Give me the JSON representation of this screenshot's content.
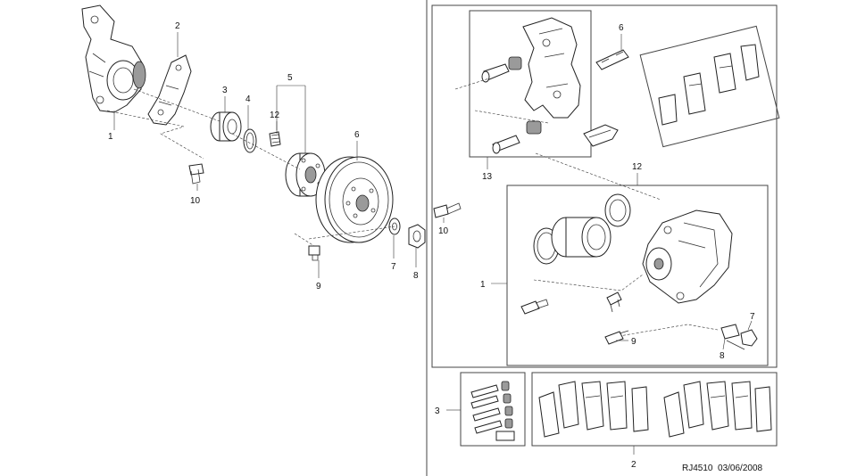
{
  "left_callouts": [
    "1",
    "2",
    "3",
    "4",
    "5",
    "12",
    "6",
    "10",
    "9",
    "7",
    "8"
  ],
  "right_callouts": [
    "6",
    "13",
    "10",
    "12",
    "1",
    "9",
    "7",
    "8",
    "3",
    "2"
  ],
  "reference": "RJ4510  03/06/2008"
}
